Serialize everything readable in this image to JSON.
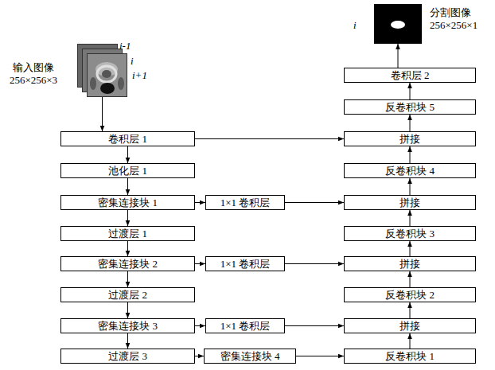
{
  "diagram": {
    "nodes": [
      {
        "text": [
          "输入图像 256×256×3"
        ]
      },
      {
        "text": [
          "卷积层 1"
        ]
      },
      {
        "text": [
          "池化层 1"
        ]
      },
      {
        "text": [
          "密集连接块 1"
        ]
      },
      {
        "text": [
          "过渡层 1"
        ]
      },
      {
        "text": [
          "密集连接块 2"
        ]
      },
      {
        "text": [
          "过渡层 2"
        ]
      },
      {
        "text": [
          "密集连接块 3"
        ]
      },
      {
        "text": [
          "过渡层 3"
        ]
      },
      {
        "text": [
          "1×1 卷积层"
        ]
      },
      {
        "text": [
          "1×1 卷积层"
        ]
      },
      {
        "text": [
          "1×1 卷积层"
        ]
      },
      {
        "text": [
          "密集连接块 4"
        ]
      },
      {
        "text": [
          "反卷积块 1"
        ]
      },
      {
        "text": [
          "拼接"
        ]
      },
      {
        "text": [
          "反卷积块 2"
        ]
      },
      {
        "text": [
          "拼接"
        ]
      },
      {
        "text": [
          "反卷积块 3"
        ]
      },
      {
        "text": [
          "拼接"
        ]
      },
      {
        "text": [
          "反卷积块 4"
        ]
      },
      {
        "text": [
          "拼接"
        ]
      },
      {
        "text": [
          "反卷积块 5"
        ]
      },
      {
        "text": [
          "卷积层 2"
        ]
      },
      {
        "text": [
          "分割图像 256×256×1"
        ]
      }
    ],
    "edges": [
      {
        "from": 0,
        "to": 1,
        "arrow": "to"
      },
      {
        "from": 1,
        "to": 2,
        "arrow": "to"
      },
      {
        "from": 2,
        "to": 3,
        "arrow": "to"
      },
      {
        "from": 3,
        "to": 4,
        "arrow": "to"
      },
      {
        "from": 4,
        "to": 5,
        "arrow": "to"
      },
      {
        "from": 5,
        "to": 6,
        "arrow": "to"
      },
      {
        "from": 6,
        "to": 7,
        "arrow": "to"
      },
      {
        "from": 7,
        "to": 8,
        "arrow": "to"
      },
      {
        "from": 1,
        "to": 20,
        "arrow": "to"
      },
      {
        "from": 3,
        "to": 9,
        "arrow": "to"
      },
      {
        "from": 9,
        "to": 18,
        "arrow": "to"
      },
      {
        "from": 5,
        "to": 10,
        "arrow": "to"
      },
      {
        "from": 10,
        "to": 16,
        "arrow": "to"
      },
      {
        "from": 7,
        "to": 11,
        "arrow": "to"
      },
      {
        "from": 11,
        "to": 14,
        "arrow": "to"
      },
      {
        "from": 8,
        "to": 12,
        "arrow": "to"
      },
      {
        "from": 12,
        "to": 13,
        "arrow": "to"
      },
      {
        "from": 13,
        "to": 14,
        "arrow": "to"
      },
      {
        "from": 14,
        "to": 15,
        "arrow": "to"
      },
      {
        "from": 15,
        "to": 16,
        "arrow": "to"
      },
      {
        "from": 16,
        "to": 17,
        "arrow": "to"
      },
      {
        "from": 17,
        "to": 18,
        "arrow": "to"
      },
      {
        "from": 18,
        "to": 19,
        "arrow": "to"
      },
      {
        "from": 19,
        "to": 20,
        "arrow": "to"
      },
      {
        "from": 20,
        "to": 21,
        "arrow": "to"
      },
      {
        "from": 21,
        "to": 22,
        "arrow": "to"
      },
      {
        "from": 22,
        "to": 23,
        "arrow": "to"
      }
    ],
    "labels": [
      "i-1",
      "i",
      "i+1",
      "i"
    ]
  }
}
